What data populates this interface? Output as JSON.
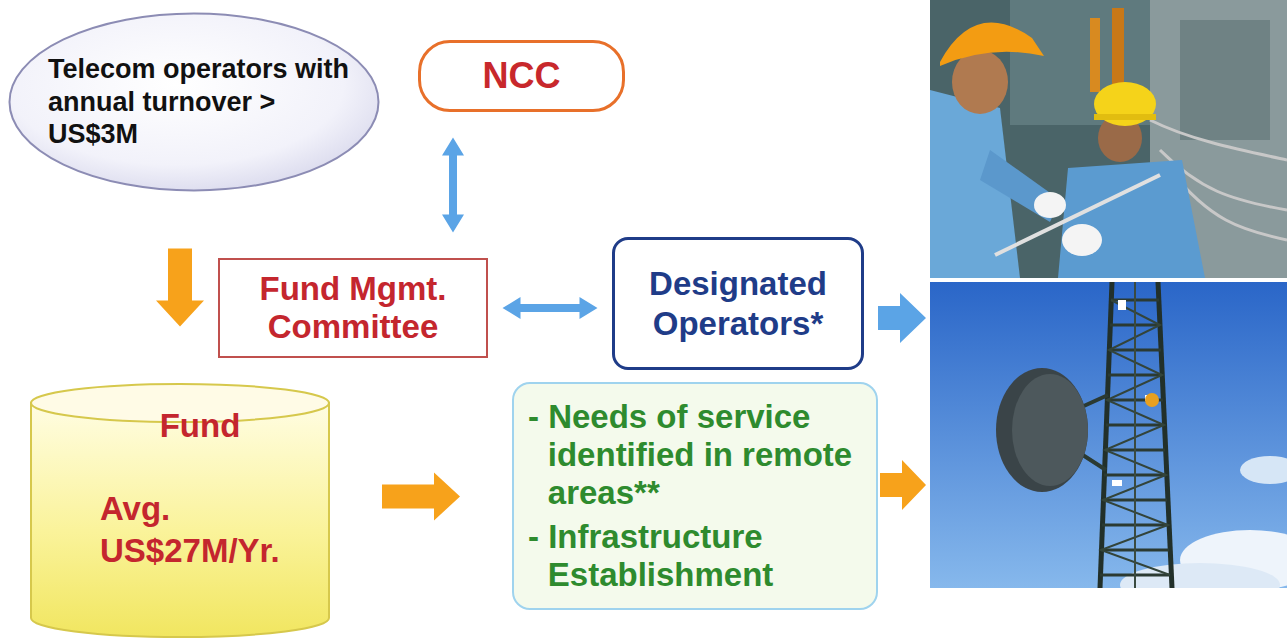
{
  "diagram": {
    "nodes": [
      {
        "text": [
          "Telecom operators with annual turnover > US$3M"
        ]
      },
      {
        "text": [
          "NCC"
        ]
      },
      {
        "text": [
          "Fund Mgmt. Committee"
        ]
      },
      {
        "text": [
          "Designated Operators*"
        ]
      },
      {
        "text": [
          "Fund",
          "Avg. US$27M/Yr."
        ]
      },
      {
        "text": [
          "- Needs of service identified in remote areas**",
          "- Infrastructure Establishment"
        ]
      }
    ],
    "edges": [
      {
        "from": 0,
        "to": 4,
        "arrow": "to"
      },
      {
        "from": 1,
        "to": 2,
        "arrow": "both"
      },
      {
        "from": 2,
        "to": 3,
        "arrow": "both"
      },
      {
        "from": 4,
        "to": 5,
        "arrow": "to"
      }
    ]
  }
}
